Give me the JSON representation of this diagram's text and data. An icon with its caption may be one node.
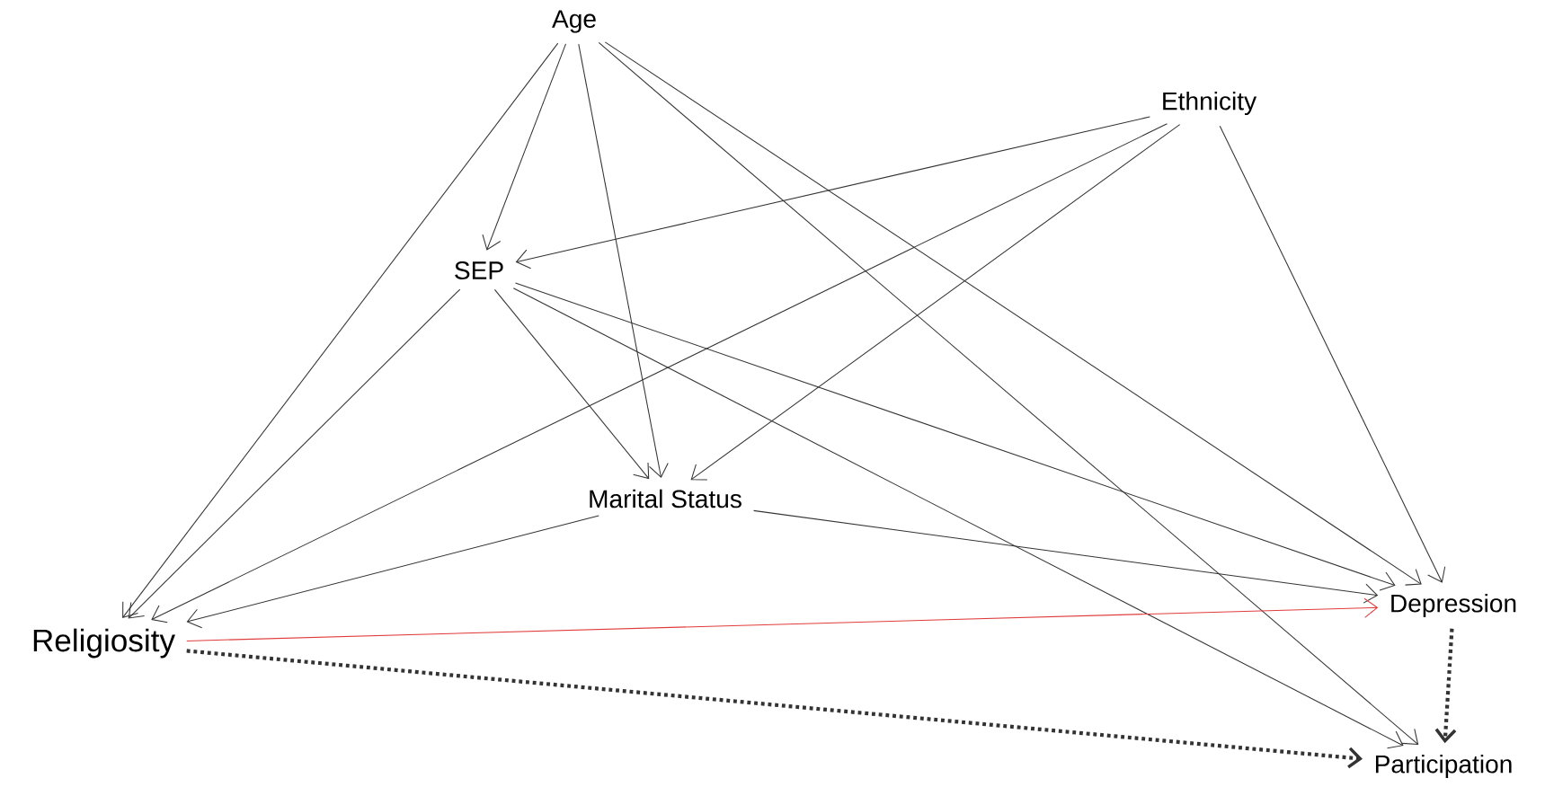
{
  "diagram": {
    "nodes": [
      {
        "text": [
          "Age"
        ]
      },
      {
        "text": [
          "Ethnicity"
        ]
      },
      {
        "text": [
          "SEP"
        ]
      },
      {
        "text": [
          "Marital Status"
        ]
      },
      {
        "text": [
          "Religiosity"
        ]
      },
      {
        "text": [
          "Depression"
        ]
      },
      {
        "text": [
          "Participation"
        ]
      }
    ],
    "edges": [
      {
        "from": 0,
        "to": 2,
        "arrow": "to"
      },
      {
        "from": 0,
        "to": 3,
        "arrow": "to"
      },
      {
        "from": 0,
        "to": 4,
        "arrow": "to"
      },
      {
        "from": 0,
        "to": 5,
        "arrow": "to"
      },
      {
        "from": 0,
        "to": 6,
        "arrow": "to"
      },
      {
        "from": 1,
        "to": 2,
        "arrow": "to"
      },
      {
        "from": 1,
        "to": 4,
        "arrow": "to"
      },
      {
        "from": 1,
        "to": 3,
        "arrow": "to"
      },
      {
        "from": 1,
        "to": 5,
        "arrow": "to"
      },
      {
        "from": 2,
        "to": 4,
        "arrow": "to"
      },
      {
        "from": 2,
        "to": 3,
        "arrow": "to"
      },
      {
        "from": 2,
        "to": 5,
        "arrow": "to"
      },
      {
        "from": 2,
        "to": 6,
        "arrow": "to"
      },
      {
        "from": 3,
        "to": 4,
        "arrow": "to"
      },
      {
        "from": 3,
        "to": 5,
        "arrow": "to"
      },
      {
        "from": 4,
        "to": 5,
        "arrow": "to",
        "color": "#e03c3c"
      },
      {
        "from": 4,
        "to": 6,
        "arrow": "to",
        "style": "dashed"
      },
      {
        "from": 5,
        "to": 6,
        "arrow": "to",
        "style": "dashed"
      }
    ]
  }
}
